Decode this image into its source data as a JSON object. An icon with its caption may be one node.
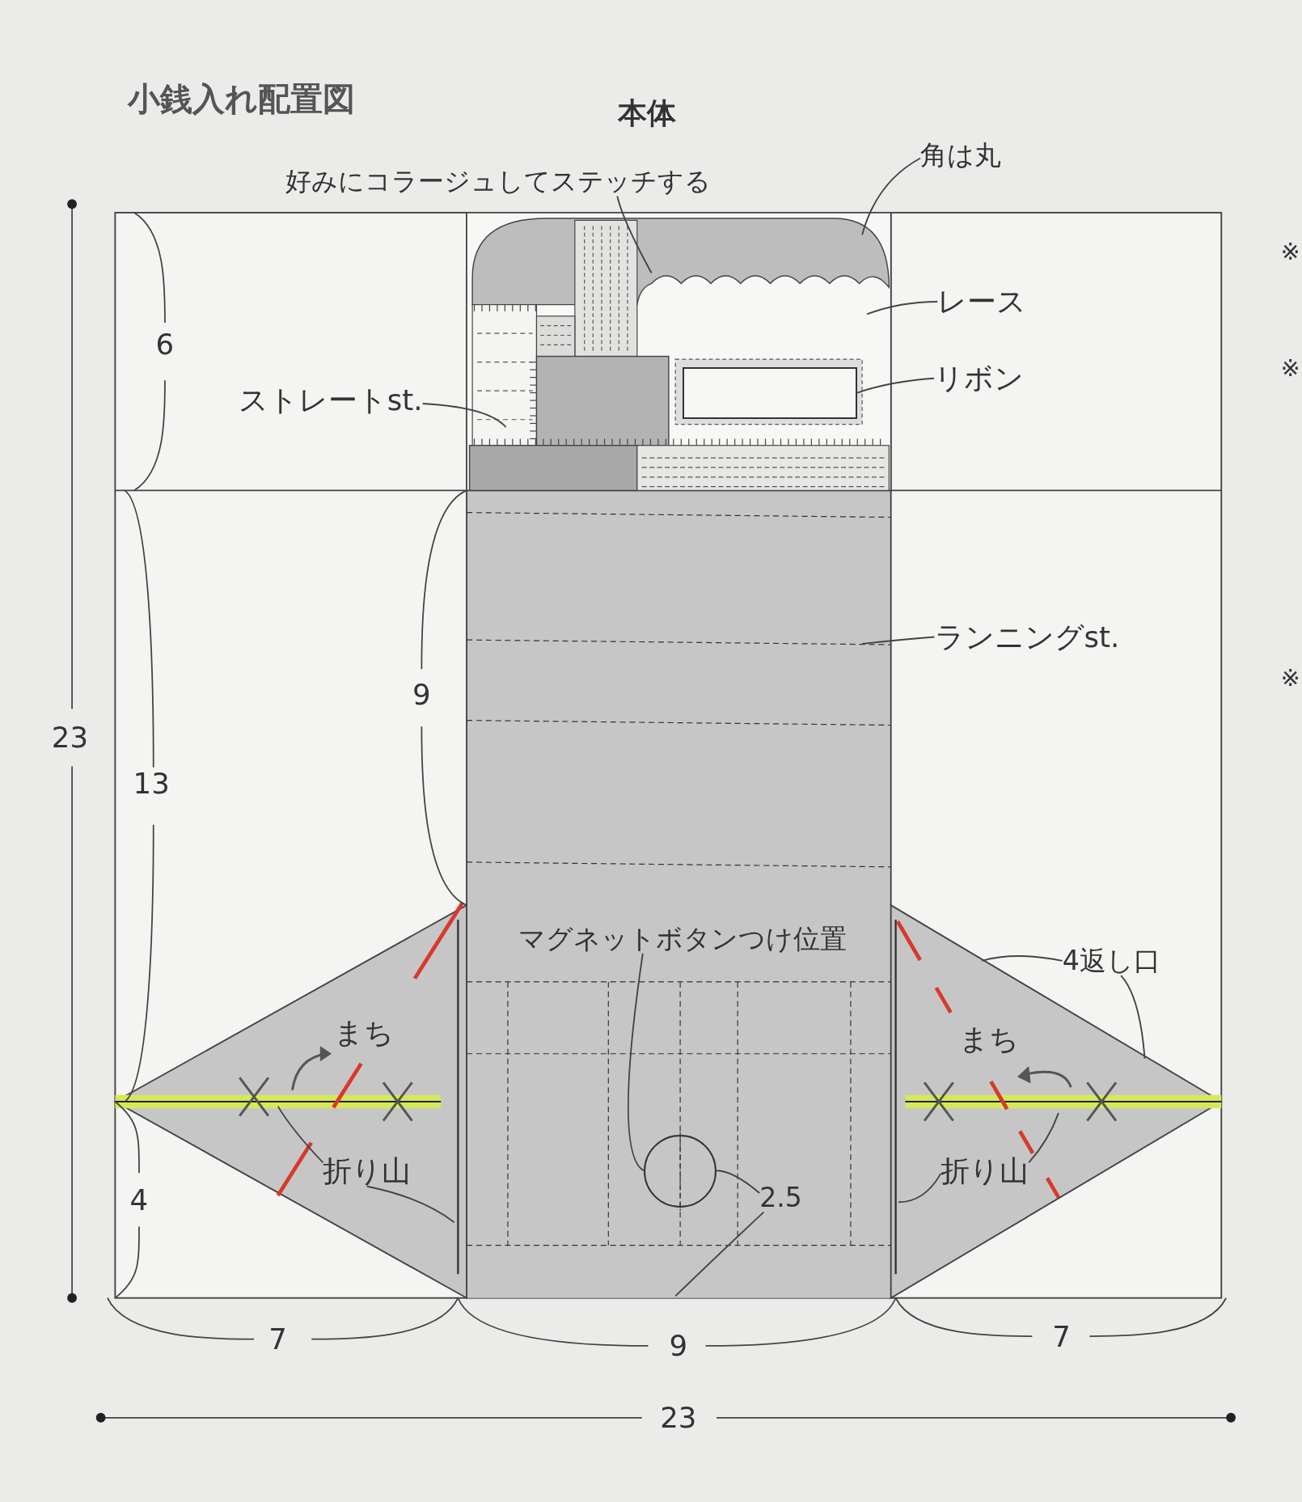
{
  "diagram": {
    "title": "小銭入れ配置図",
    "nodes": [
      {
        "text": [
          "好みにコラージュしてステッチする"
        ]
      },
      {
        "text": [
          "角は丸"
        ]
      },
      {
        "text": [
          "レース"
        ]
      },
      {
        "text": [
          "リボン"
        ]
      },
      {
        "text": [],
        "shape": "box"
      },
      {
        "text": [
          "ストレートst."
        ]
      },
      {
        "text": [
          "ランニングst."
        ]
      },
      {
        "text": [
          "マグネットボタンつけ位置"
        ]
      },
      {
        "text": [],
        "shape": "circle"
      },
      {
        "text": [
          "2.5"
        ]
      },
      {
        "text": [
          "4返し口"
        ]
      },
      {
        "text": [
          "折り山"
        ]
      },
      {
        "text": [
          "折り山"
        ]
      }
    ],
    "edges": [
      {
        "from": 0,
        "to": null,
        "arrow": "none"
      },
      {
        "from": 1,
        "to": null,
        "arrow": "none"
      },
      {
        "from": 2,
        "to": null,
        "arrow": "none"
      },
      {
        "from": 3,
        "to": 4,
        "arrow": "none"
      },
      {
        "from": 5,
        "to": null,
        "arrow": "none"
      },
      {
        "from": 6,
        "to": null,
        "arrow": "none"
      },
      {
        "from": 7,
        "to": 8,
        "arrow": "none"
      },
      {
        "from": 9,
        "to": 8,
        "arrow": "none"
      },
      {
        "from": 9,
        "to": null,
        "arrow": "none"
      },
      {
        "from": 10,
        "to": null,
        "arrow": "none"
      },
      {
        "from": 10,
        "to": null,
        "arrow": "none"
      },
      {
        "from": 11,
        "to": null,
        "arrow": "none"
      },
      {
        "from": 11,
        "to": null,
        "arrow": "none"
      },
      {
        "from": 12,
        "to": null,
        "arrow": "none"
      },
      {
        "from": 12,
        "to": null,
        "arrow": "none"
      }
    ],
    "labels": [
      "本体",
      "6",
      "13",
      "4",
      "23",
      "9",
      "まち",
      "まち",
      "7",
      "9",
      "7",
      "23",
      "※",
      "※",
      "※"
    ]
  }
}
